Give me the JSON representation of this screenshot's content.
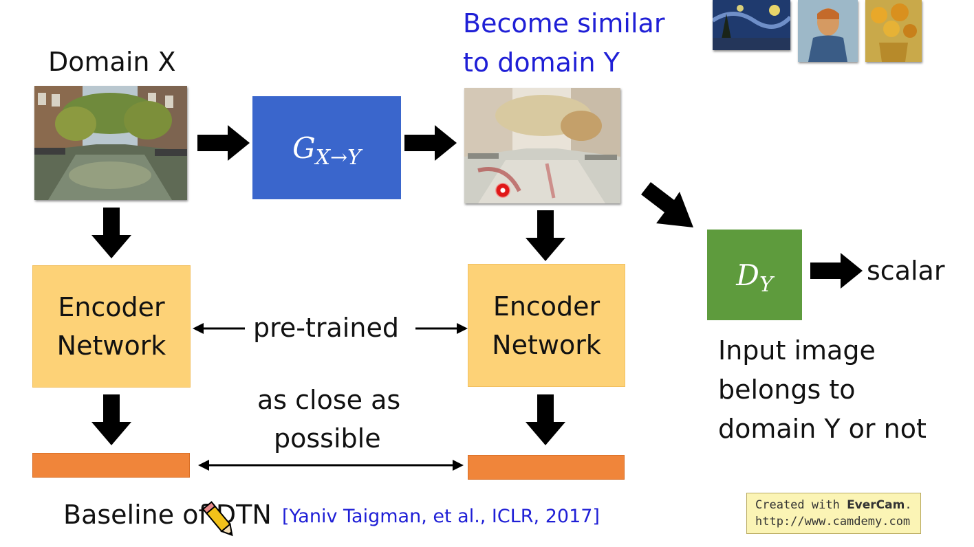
{
  "domain_x_label": "Domain X",
  "target_caption_line1": "Become similar",
  "target_caption_line2": "to domain Y",
  "generator": {
    "main": "G",
    "sub": "X→Y"
  },
  "discriminator": {
    "main": "D",
    "sub": "Y"
  },
  "scalar_label": "scalar",
  "encoder_left": {
    "line1": "Encoder",
    "line2": "Network"
  },
  "encoder_right": {
    "line1": "Encoder",
    "line2": "Network"
  },
  "pretrained_label": "pre-trained",
  "close_label_line1": "as close as",
  "close_label_line2": "possible",
  "discriminator_caption": [
    "Input image",
    "belongs to",
    "domain Y or not"
  ],
  "baseline_text": "Baseline of DTN",
  "citation": "[Yaniv Taigman, et al., ICLR, 2017]",
  "evercam": {
    "prefix": "Created with ",
    "brand": "EverCam",
    "suffix": ".",
    "url": "http://www.camdemy.com"
  },
  "colors": {
    "generator": "#3a66cc",
    "discriminator": "#5e9b3d",
    "encoder": "#fdd277",
    "code": "#f0853a",
    "caption_blue": "#1f1fd6"
  }
}
